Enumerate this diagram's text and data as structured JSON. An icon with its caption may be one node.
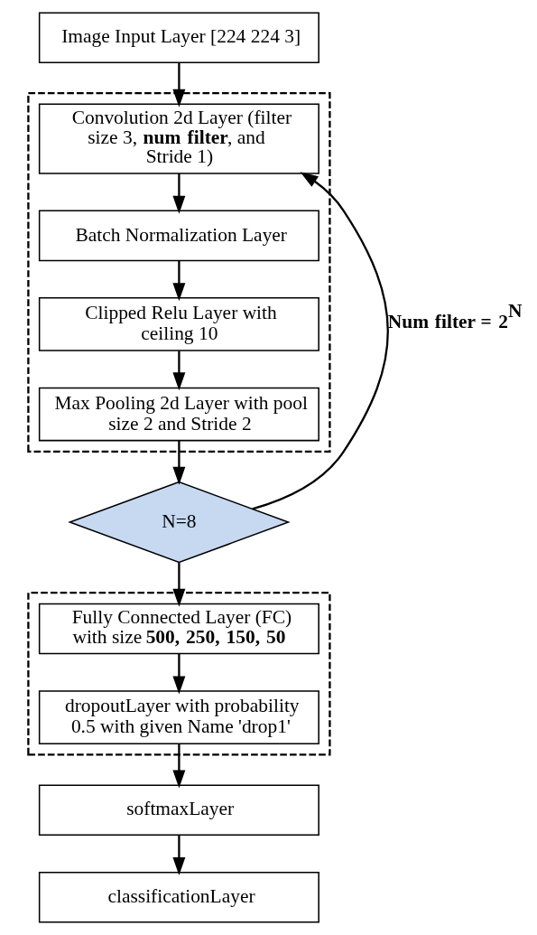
{
  "diagram": {
    "nodes": [
      {
        "text": [
          "Image Input Layer [224 224 3]"
        ]
      },
      {
        "text": [],
        "shape": "box"
      },
      {
        "text": [
          "Convolution 2d Layer (filter size 3, **num filter**, and Stride 1)"
        ],
        "in": 1
      },
      {
        "text": [
          "Batch Normalization Layer"
        ],
        "in": 1
      },
      {
        "text": [
          "Clipped Relu Layer with ceiling 10"
        ],
        "in": 1
      },
      {
        "text": [
          "Max Pooling 2d Layer with pool size 2 and Stride 2"
        ],
        "in": 1
      },
      {
        "text": [
          "N=8"
        ]
      },
      {
        "text": [],
        "shape": "box"
      },
      {
        "text": [
          "Fully Connected Layer (FC) with size **500, 250, 150, 50**"
        ],
        "in": 7
      },
      {
        "text": [
          "dropoutLayer with probability 0.5 with given Name 'drop1'"
        ],
        "in": 7
      },
      {
        "text": [
          "softmaxLayer"
        ]
      },
      {
        "text": [
          "classificationLayer"
        ]
      }
    ],
    "edges": [
      {
        "from": 0,
        "to": 2,
        "arrow": "to"
      },
      {
        "from": 2,
        "to": 3,
        "arrow": "to"
      },
      {
        "from": 3,
        "to": 4,
        "arrow": "to"
      },
      {
        "from": 4,
        "to": 5,
        "arrow": "to"
      },
      {
        "from": 5,
        "to": 6,
        "arrow": "to"
      },
      {
        "from": 6,
        "to": 2,
        "arrow": "to",
        "label": "Num filter = 2$^{N}$"
      },
      {
        "from": 6,
        "to": 8,
        "arrow": "to"
      },
      {
        "from": 8,
        "to": 9,
        "arrow": "to"
      },
      {
        "from": 9,
        "to": 10,
        "arrow": "to"
      },
      {
        "from": 10,
        "to": 11,
        "arrow": "to"
      }
    ]
  }
}
